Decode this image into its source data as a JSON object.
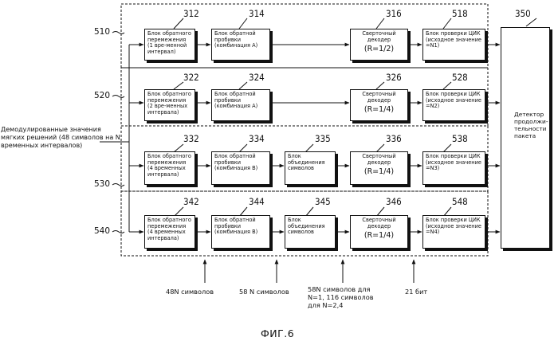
{
  "input_label": "Демодулированные значения мягких решений (48 символов на N временных интервалов)",
  "rows": [
    {
      "row_id": "510",
      "blocks": [
        {
          "num": "312",
          "text": "Блок обратного перемежения (1 вре-менной интервал)"
        },
        {
          "num": "314",
          "text": "Блок обратной пробивки (комбинация А)"
        },
        {
          "num": "316",
          "text": "Сверточный декодер",
          "rate": "(R=1/2)"
        },
        {
          "num": "518",
          "text": "Блок проверки ЦИК (исходное значение =N1)"
        }
      ]
    },
    {
      "row_id": "520",
      "blocks": [
        {
          "num": "322",
          "text": "Блок обратного перемежения (2 вре-менных интервала)"
        },
        {
          "num": "324",
          "text": "Блок обратной пробивки (комбинация А)"
        },
        {
          "num": "326",
          "text": "Сверточный декодер",
          "rate": "(R=1/4)"
        },
        {
          "num": "528",
          "text": "Блок проверки ЦИК (исходное значение =N2)"
        }
      ]
    },
    {
      "row_id": "530",
      "blocks": [
        {
          "num": "332",
          "text": "Блок обратного перемежения (4 временных интервала)"
        },
        {
          "num": "334",
          "text": "Блок обратной пробивки (комбинация В)"
        },
        {
          "num": "335",
          "text": "Блок объединения символов"
        },
        {
          "num": "336",
          "text": "Сверточный декодер",
          "rate": "(R=1/4)"
        },
        {
          "num": "538",
          "text": "Блок проверки ЦИК (исходное значение =N3)"
        }
      ]
    },
    {
      "row_id": "540",
      "blocks": [
        {
          "num": "342",
          "text": "Блок обратного перемежения (4 временных интервала)"
        },
        {
          "num": "344",
          "text": "Блок обратной пробивки (комбинация В)"
        },
        {
          "num": "345",
          "text": "Блок объединения символов"
        },
        {
          "num": "346",
          "text": "Сверточный декодер",
          "rate": "(R=1/4)"
        },
        {
          "num": "548",
          "text": "Блок проверки ЦИК (исходное значение =N4)"
        }
      ]
    }
  ],
  "detector": {
    "num": "350",
    "text": "Детектор продолжи-тельности пакета"
  },
  "bottom_labels": [
    "48N символов",
    "58 N символов",
    "58N символов для N=1, 116 символов для N=2,4",
    "21 бит"
  ],
  "figure_caption": "ФИГ.6"
}
